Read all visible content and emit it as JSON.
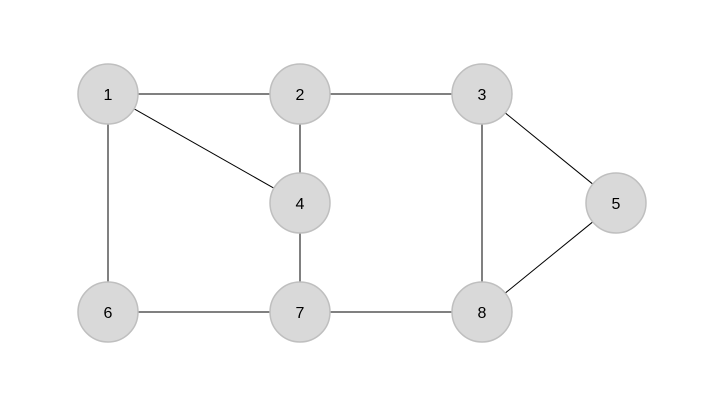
{
  "graph": {
    "node_fill": "#d9d9d9",
    "node_stroke": "#bfbfbf",
    "edge_color": "#000000",
    "nodes": [
      {
        "id": "1",
        "label": "1"
      },
      {
        "id": "2",
        "label": "2"
      },
      {
        "id": "3",
        "label": "3"
      },
      {
        "id": "4",
        "label": "4"
      },
      {
        "id": "5",
        "label": "5"
      },
      {
        "id": "6",
        "label": "6"
      },
      {
        "id": "7",
        "label": "7"
      },
      {
        "id": "8",
        "label": "8"
      }
    ],
    "edges": [
      {
        "from": "1",
        "to": "2"
      },
      {
        "from": "2",
        "to": "3"
      },
      {
        "from": "1",
        "to": "4"
      },
      {
        "from": "1",
        "to": "6"
      },
      {
        "from": "2",
        "to": "4"
      },
      {
        "from": "4",
        "to": "7"
      },
      {
        "from": "6",
        "to": "7"
      },
      {
        "from": "7",
        "to": "8"
      },
      {
        "from": "3",
        "to": "8"
      },
      {
        "from": "3",
        "to": "5"
      },
      {
        "from": "8",
        "to": "5"
      }
    ]
  }
}
